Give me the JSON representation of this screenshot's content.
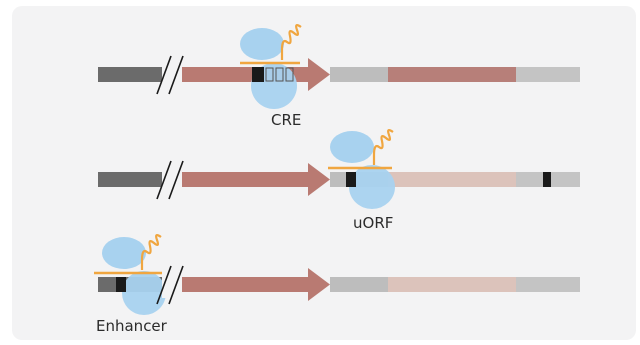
{
  "labels": {
    "cre": "CRE",
    "uorf": "uORF",
    "enhancer": "Enhancer"
  },
  "colors": {
    "panel": "#f3f3f4",
    "dna_dark": "#6b6b6b",
    "arrow": "#b97a72",
    "grey_region": "#bdbdbd",
    "coding_dark": "#b77f79",
    "coding_light": "#dcc3bb",
    "ribosome": "#a8d2ef",
    "mrna": "#f0a640",
    "black_box": "#1a1a1a"
  },
  "rows": [
    {
      "name": "cre-row",
      "label_key": "cre",
      "mechanism": "CRE"
    },
    {
      "name": "uorf-row",
      "label_key": "uorf",
      "mechanism": "uORF"
    },
    {
      "name": "enhancer-row",
      "label_key": "enhancer",
      "mechanism": "Enhancer"
    }
  ]
}
